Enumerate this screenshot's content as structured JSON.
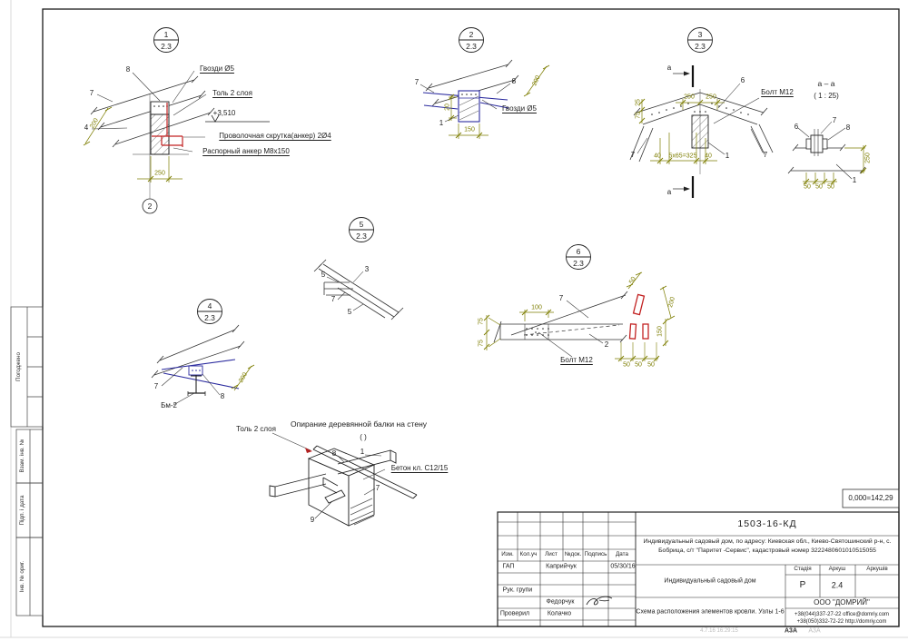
{
  "nodes": {
    "n1": {
      "num": "1",
      "sheet": "2.3",
      "axis_mark": "2",
      "label_nails": "Гвозди Ø5",
      "label_felt": "Толь 2 слоя",
      "elevation": "+3,510",
      "label_wire": "Проволочная скрутка(анкер) 2Ø4",
      "label_anchor": "Распорный анкер М8х150",
      "dim_200": "200",
      "dim_250": "250",
      "ref_8": "8",
      "ref_7": "7",
      "ref_4": "4"
    },
    "n2": {
      "num": "2",
      "sheet": "2.3",
      "label_nails": "Гвозди Ø5",
      "dim_200": "200",
      "dim_20": "20",
      "dim_150": "150",
      "ref_7": "7",
      "ref_8": "8",
      "ref_1": "1"
    },
    "n3": {
      "num": "3",
      "sheet": "2.3",
      "label_bolt": "Болт М12",
      "cut_letter": "а",
      "dim_250_left": "250",
      "dim_250_right": "250",
      "dim_25": "25",
      "dim_75": "75",
      "dim_40_left": "40",
      "dim_325": "5х65=325",
      "dim_40_right": "40",
      "ref_6": "6",
      "ref_7_left": "7",
      "ref_7_right": "7",
      "ref_1": "1",
      "section": {
        "title": "а – а",
        "scale": "( 1 : 25)",
        "ref_6": "6",
        "ref_7": "7",
        "ref_8": "8",
        "ref_1": "1",
        "dim_250": "250",
        "dim_50_a": "50",
        "dim_50_b": "50",
        "dim_50_c": "50"
      }
    },
    "n4": {
      "num": "4",
      "sheet": "2.3",
      "label_beam": "Бм-2",
      "dim_200": "200",
      "ref_7": "7",
      "ref_8": "8"
    },
    "n5": {
      "num": "5",
      "sheet": "2.3",
      "ref_5_top": "5",
      "ref_3": "3",
      "ref_7": "7",
      "ref_5_bottom": "5"
    },
    "n6": {
      "num": "6",
      "sheet": "2.3",
      "label_bolt": "Болт М12",
      "dim_100": "100",
      "dim_75_top": "75",
      "dim_75_bottom": "75",
      "dim_50_top": "50",
      "dim_200": "200",
      "dim_150": "150",
      "dim_50_a": "50",
      "dim_50_b": "50",
      "dim_50_c": "50",
      "ref_7": "7",
      "ref_2": "2"
    }
  },
  "bearing_detail": {
    "title": "Опирание деревянной балки на стену",
    "scale_note": "( )",
    "label_felt": "Толь 2 слоя",
    "label_concrete": "Бетон кл. С12/15",
    "ref_8": "8",
    "ref_1": "1",
    "ref_7": "7",
    "ref_9": "9"
  },
  "side_stamp": {
    "approved": "Погоджено",
    "replace_inv": "Взам. інв. №",
    "sign_date": "Підп. і дата",
    "inv_orig": "Інв. № ориг."
  },
  "level_ref": "0,000=142,29",
  "title_block": {
    "doc_code": "1503-16-КД",
    "object_address": "Индивидуальный садовый дом, по адресу: Киевская обл., Киево-Святошинский р-н, с. Бобрица, с/т \"Паритет -Сервис\", кадастровый номер 3222480601010515055",
    "col_izm": "Изм.",
    "col_kol": "Кол.уч",
    "col_list": "Лист",
    "col_ndok": "№док.",
    "col_sign": "Подпись",
    "col_date": "Дата",
    "role_gap": "ГАП",
    "name_gap": "Каприйчук",
    "date_gap": "05/30/16",
    "role_group_lead": "Рук. групи",
    "name_designer": "Федорчук",
    "role_checked": "Проверил",
    "name_checked": "Колачко",
    "project_name": "Индивидуальный садовый дом",
    "sheet_name": "Схема расположения элементов кровли. Узлы 1-6",
    "stage_label": "Стадія",
    "sheet_label": "Аркуш",
    "sheets_label": "Аркушів",
    "stage_value": "Р",
    "sheet_value": "2.4",
    "company": "ООО \"ДОМРИЙ\"",
    "contact_1": "+38(044)337-27-22 office@domriy.com",
    "contact_2": "+38(050)332-72-22 http://domriy.com"
  },
  "footer": {
    "print_time": "4.7.16 16:29:15",
    "format": "А3А",
    "format_alt": "A3A"
  }
}
